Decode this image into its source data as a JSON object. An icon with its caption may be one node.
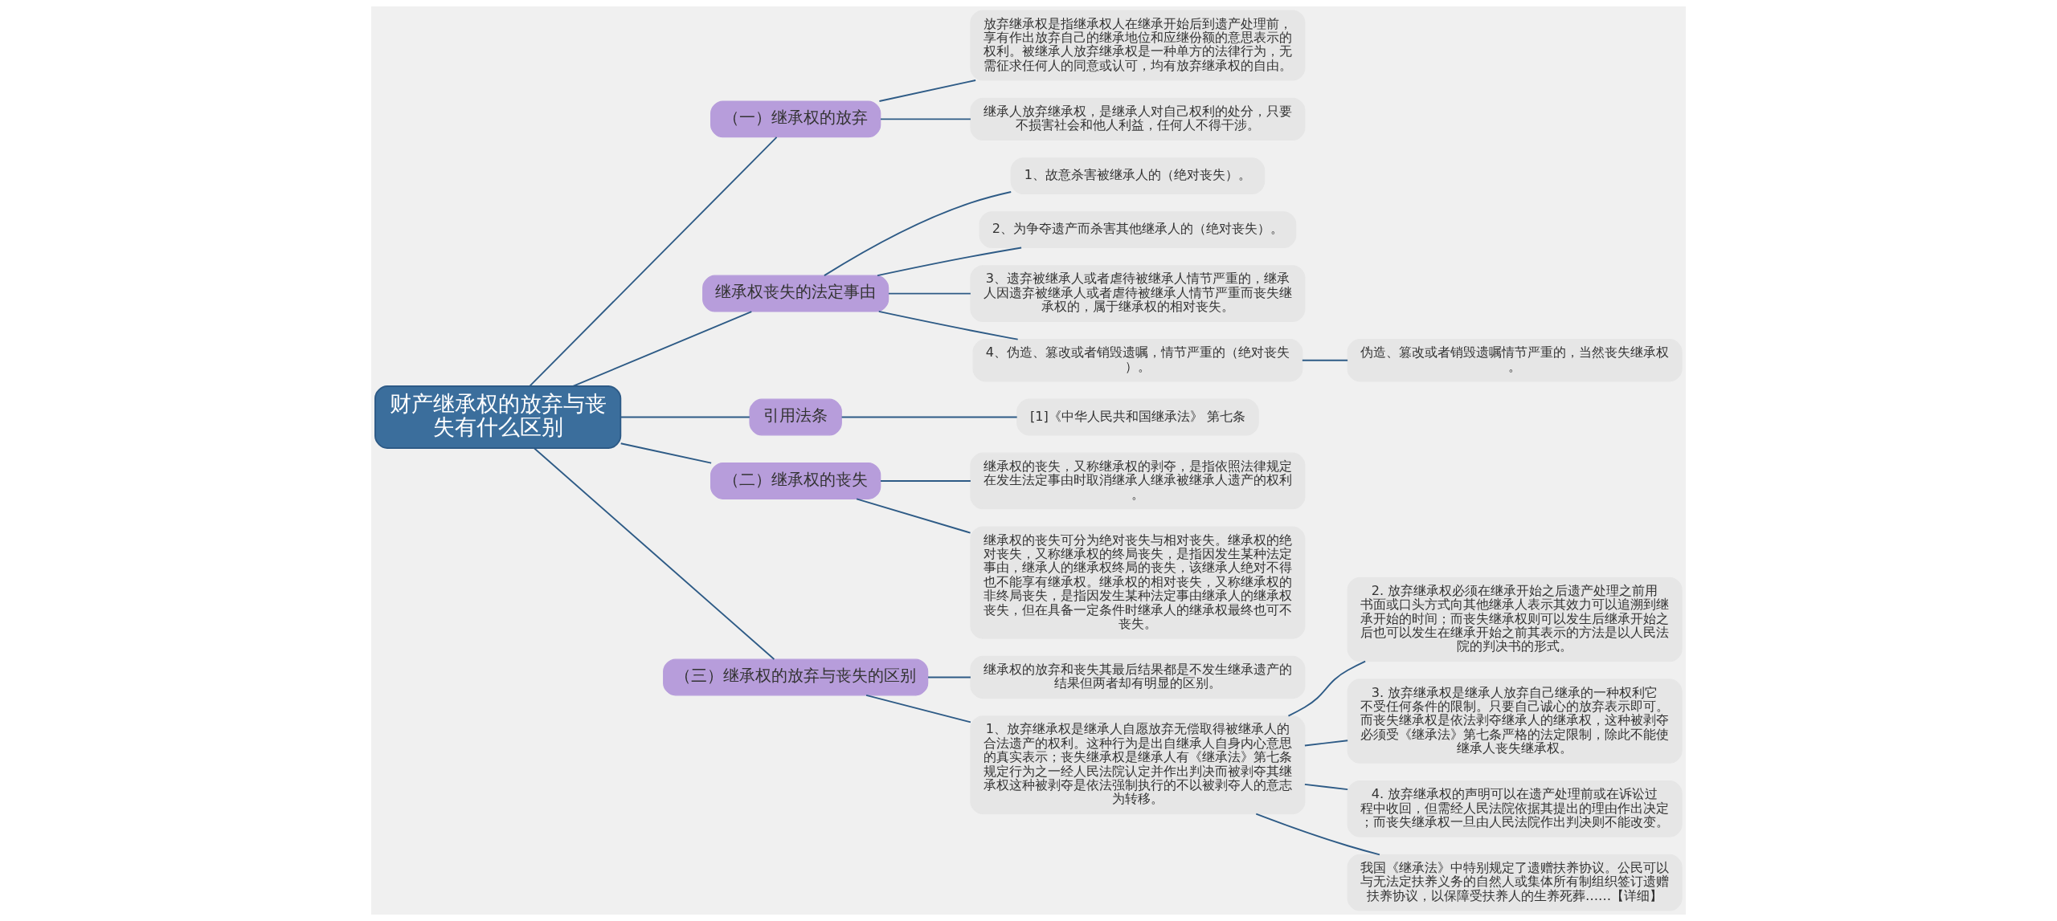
{
  "diagram": {
    "nodes": [
      {
        "text": [
          "财产继承权的放弃与丧失有什么区别"
        ]
      },
      {
        "text": [
          "（一）继承权的放弃"
        ]
      },
      {
        "text": [
          "放弃继承权是指继承权人在继承开始后到遗产处理前，享有作出放弃自己的继承地位和应继份额的意思表示的权利。被继承人放弃继承权是一种单方的法律行为，无需征求任何人的同意或认可，均有放弃继承权的自由。"
        ]
      },
      {
        "text": [
          "继承人放弃继承权，是继承人对自己权利的处分，只要不损害社会和他人利益，任何人不得干涉。"
        ]
      },
      {
        "text": [
          "继承权丧失的法定事由"
        ]
      },
      {
        "text": [
          "1、故意杀害被继承人的（绝对丧失）。"
        ]
      },
      {
        "text": [
          "2、为争夺遗产而杀害其他继承人的（绝对丧失）。"
        ]
      },
      {
        "text": [
          "3、遗弃被继承人或者虐待被继承人情节严重的，继承人因遗弃被继承人或者虐待被继承人情节严重而丧失继承权的，属于继承权的相对丧失。"
        ]
      },
      {
        "text": [
          "4、伪造、篡改或者销毁遗嘱，情节严重的（绝对丧失）。"
        ]
      },
      {
        "text": [
          "伪造、篡改或者销毁遗嘱情节严重的，当然丧失继承权。"
        ]
      },
      {
        "text": [
          "引用法条"
        ]
      },
      {
        "text": [
          "[1]《中华人民共和国继承法》 第七条"
        ]
      },
      {
        "text": [
          "（二）继承权的丧失"
        ]
      },
      {
        "text": [
          "继承权的丧失，又称继承权的剥夺，是指依照法律规定在发生法定事由时取消继承人继承被继承人遗产的权利。"
        ]
      },
      {
        "text": [
          "继承权的丧失可分为绝对丧失与相对丧失。继承权的绝对丧失，又称继承权的终局丧失，是指因发生某种法定事由，继承人的继承权终局的丧失，该继承人绝对不得也不能享有继承权。继承权的相对丧失，又称继承权的非终局丧失，是指因发生某种法定事由继承人的继承权丧失，但在具备一定条件时继承人的继承权最终也可不丧失。"
        ]
      },
      {
        "text": [
          "（三）继承权的放弃与丧失的区别"
        ]
      },
      {
        "text": [
          "继承权的放弃和丧失其最后结果都是不发生继承遗产的结果但两者却有明显的区别。"
        ]
      },
      {
        "text": [
          "1、放弃继承权是继承人自愿放弃无偿取得被继承人的合法遗产的权利。这种行为是出自继承人自身内心意思的真实表示；丧失继承权是继承人有《继承法》第七条规定行为之一经人民法院认定并作出判决而被剥夺其继承权这种被剥夺是依法强制执行的不以被剥夺人的意志为转移。"
        ]
      },
      {
        "text": [
          "2. 放弃继承权必须在继承开始之后遗产处理之前用书面或口头方式向其他继承人表示其效力可以追溯到继承开始的时间；而丧失继承权则可以发生后继承开始之后也可以发生在继承开始之前其表示的方法是以人民法院的判决书的形式。"
        ]
      },
      {
        "text": [
          "3. 放弃继承权是继承人放弃自己继承的一种权利它不受任何条件的限制。只要自己诚心的放弃表示即可。而丧失继承权是依法剥夺继承人的继承权，这种被剥夺必须受《继承法》第七条严格的法定限制，除此不能使继承人丧失继承权。"
        ]
      },
      {
        "text": [
          "4. 放弃继承权的声明可以在遗产处理前或在诉讼过程中收回，但需经人民法院依据其提出的理由作出决定；而丧失继承权一旦由人民法院作出判决则不能改变。"
        ]
      },
      {
        "text": [
          "我国《继承法》中特别规定了遗赠扶养协议。公民可以与无法定扶养义务的自然人或集体所有制组织签订遗赠扶养协议，以保障受扶养人的生养死葬……【详细】"
        ]
      }
    ],
    "edges": [
      {
        "from": 0,
        "to": 1,
        "arrow": "none"
      },
      {
        "from": 1,
        "to": 2,
        "arrow": "none"
      },
      {
        "from": 1,
        "to": 3,
        "arrow": "none"
      },
      {
        "from": 0,
        "to": 4,
        "arrow": "none"
      },
      {
        "from": 4,
        "to": 5,
        "arrow": "none"
      },
      {
        "from": 4,
        "to": 6,
        "arrow": "none"
      },
      {
        "from": 4,
        "to": 7,
        "arrow": "none"
      },
      {
        "from": 4,
        "to": 8,
        "arrow": "none"
      },
      {
        "from": 8,
        "to": 9,
        "arrow": "none"
      },
      {
        "from": 0,
        "to": 10,
        "arrow": "none"
      },
      {
        "from": 10,
        "to": 11,
        "arrow": "none"
      },
      {
        "from": 0,
        "to": 12,
        "arrow": "none"
      },
      {
        "from": 12,
        "to": 13,
        "arrow": "none"
      },
      {
        "from": 12,
        "to": 14,
        "arrow": "none"
      },
      {
        "from": 0,
        "to": 15,
        "arrow": "none"
      },
      {
        "from": 15,
        "to": 16,
        "arrow": "none"
      },
      {
        "from": 15,
        "to": 17,
        "arrow": "none"
      },
      {
        "from": 17,
        "to": 18,
        "arrow": "none"
      },
      {
        "from": 17,
        "to": 19,
        "arrow": "none"
      },
      {
        "from": 17,
        "to": 20,
        "arrow": "none"
      },
      {
        "from": 17,
        "to": 21,
        "arrow": "none"
      }
    ]
  }
}
